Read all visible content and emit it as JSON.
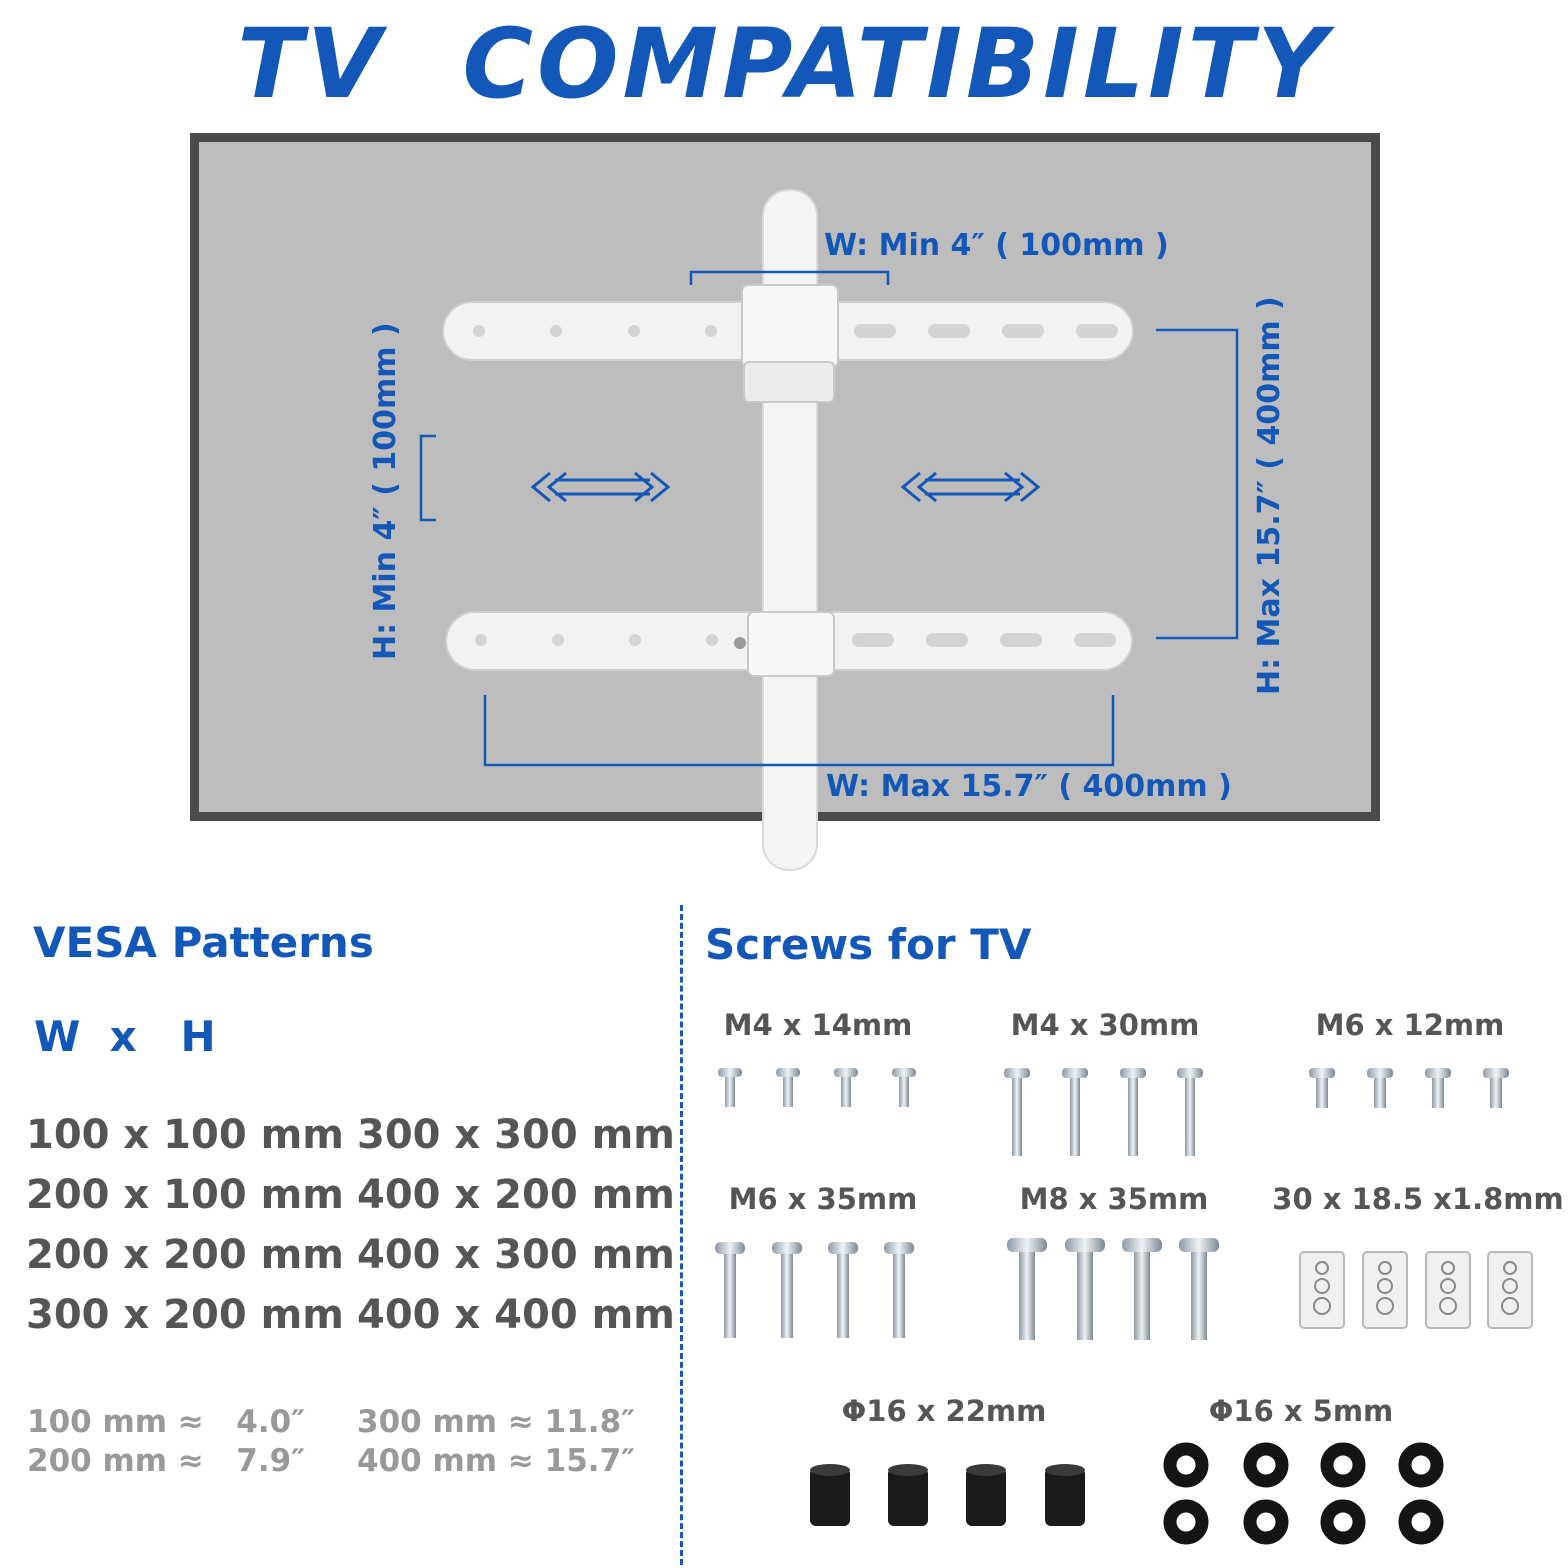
{
  "title": "TV  COMPATIBILITY",
  "dimensions": {
    "w_min": "W:  Min  4″ ( 100mm )",
    "w_max": "W:  Max  15.7″ ( 400mm )",
    "h_min": "H:  Min  4″ ( 100mm )",
    "h_max": "H:  Max  15.7″ ( 400mm )"
  },
  "vesa": {
    "title": "VESA Patterns",
    "header": "W  x   H",
    "patterns_left": [
      "100 x 100 mm",
      "200 x 100 mm",
      "200 x 200 mm",
      "300 x 200 mm"
    ],
    "patterns_right": [
      "300 x 300 mm",
      "400 x 200 mm",
      "400 x 300 mm",
      "400 x 400 mm"
    ],
    "conversions_left": [
      "100 mm ≈   4.0″",
      "200 mm ≈   7.9″"
    ],
    "conversions_right": [
      "300 mm ≈ 11.8″",
      "400 mm ≈ 15.7″"
    ]
  },
  "screws": {
    "title": "Screws for TV",
    "items": [
      {
        "label": "M4 x 14mm",
        "icon": "short-screw-icon"
      },
      {
        "label": "M4 x 30mm",
        "icon": "long-screw-icon"
      },
      {
        "label": "M6 x 12mm",
        "icon": "short-screw-icon"
      },
      {
        "label": "M6 x 35mm",
        "icon": "long-screw-icon"
      },
      {
        "label": "M8 x 35mm",
        "icon": "long-screw-icon"
      },
      {
        "label": "30 x 18.5 x1.8mm",
        "icon": "washer-plate-icon"
      },
      {
        "label": "Φ16 x 22mm",
        "icon": "spacer-icon"
      },
      {
        "label": "Φ16 x 5mm",
        "icon": "washer-icon"
      }
    ]
  },
  "colors": {
    "accent": "#1358b8",
    "tv_screen": "#bdbdbd",
    "tv_bezel": "#4a4a4a"
  }
}
